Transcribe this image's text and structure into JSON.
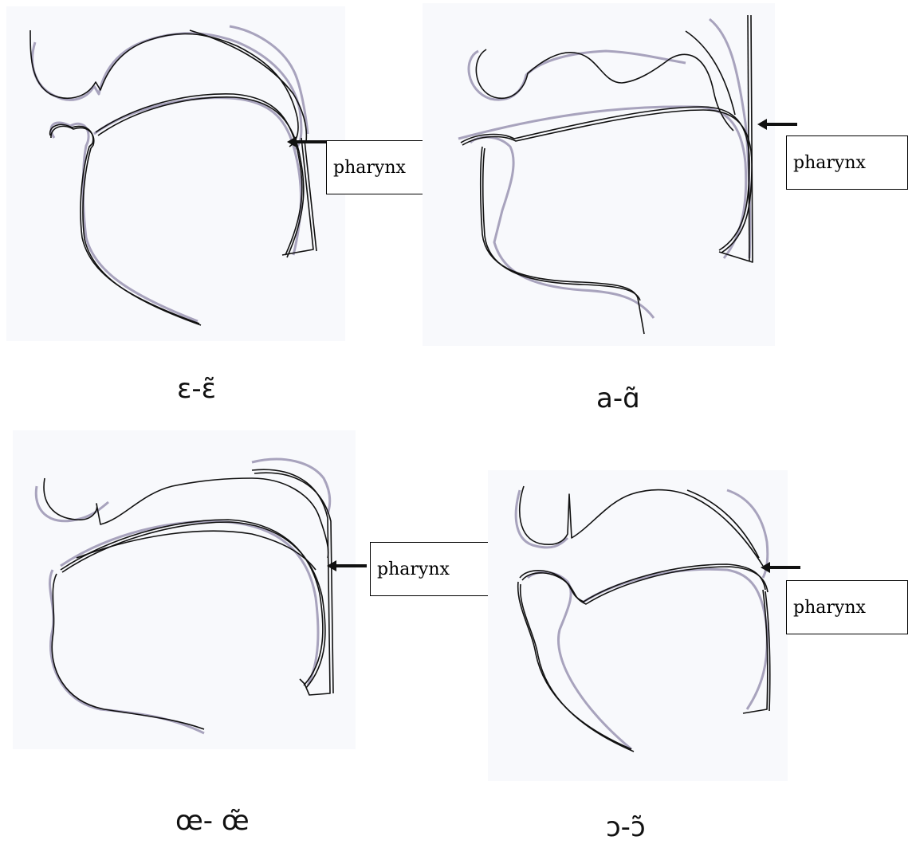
{
  "colors": {
    "primary_trace": "#111111",
    "secondary_trace": "#a8a3bd",
    "grey_trace": "#b7b7b7",
    "panel_bg": "#f8f9fc"
  },
  "panels": [
    {
      "caption": "ɛ-ɛ̃",
      "label": "pharynx"
    },
    {
      "caption": "a-ɑ̃",
      "label": "pharynx"
    },
    {
      "caption": "œ- œ̃",
      "label": "pharynx"
    },
    {
      "caption": "ɔ-ɔ̃",
      "label": "pharynx"
    }
  ]
}
